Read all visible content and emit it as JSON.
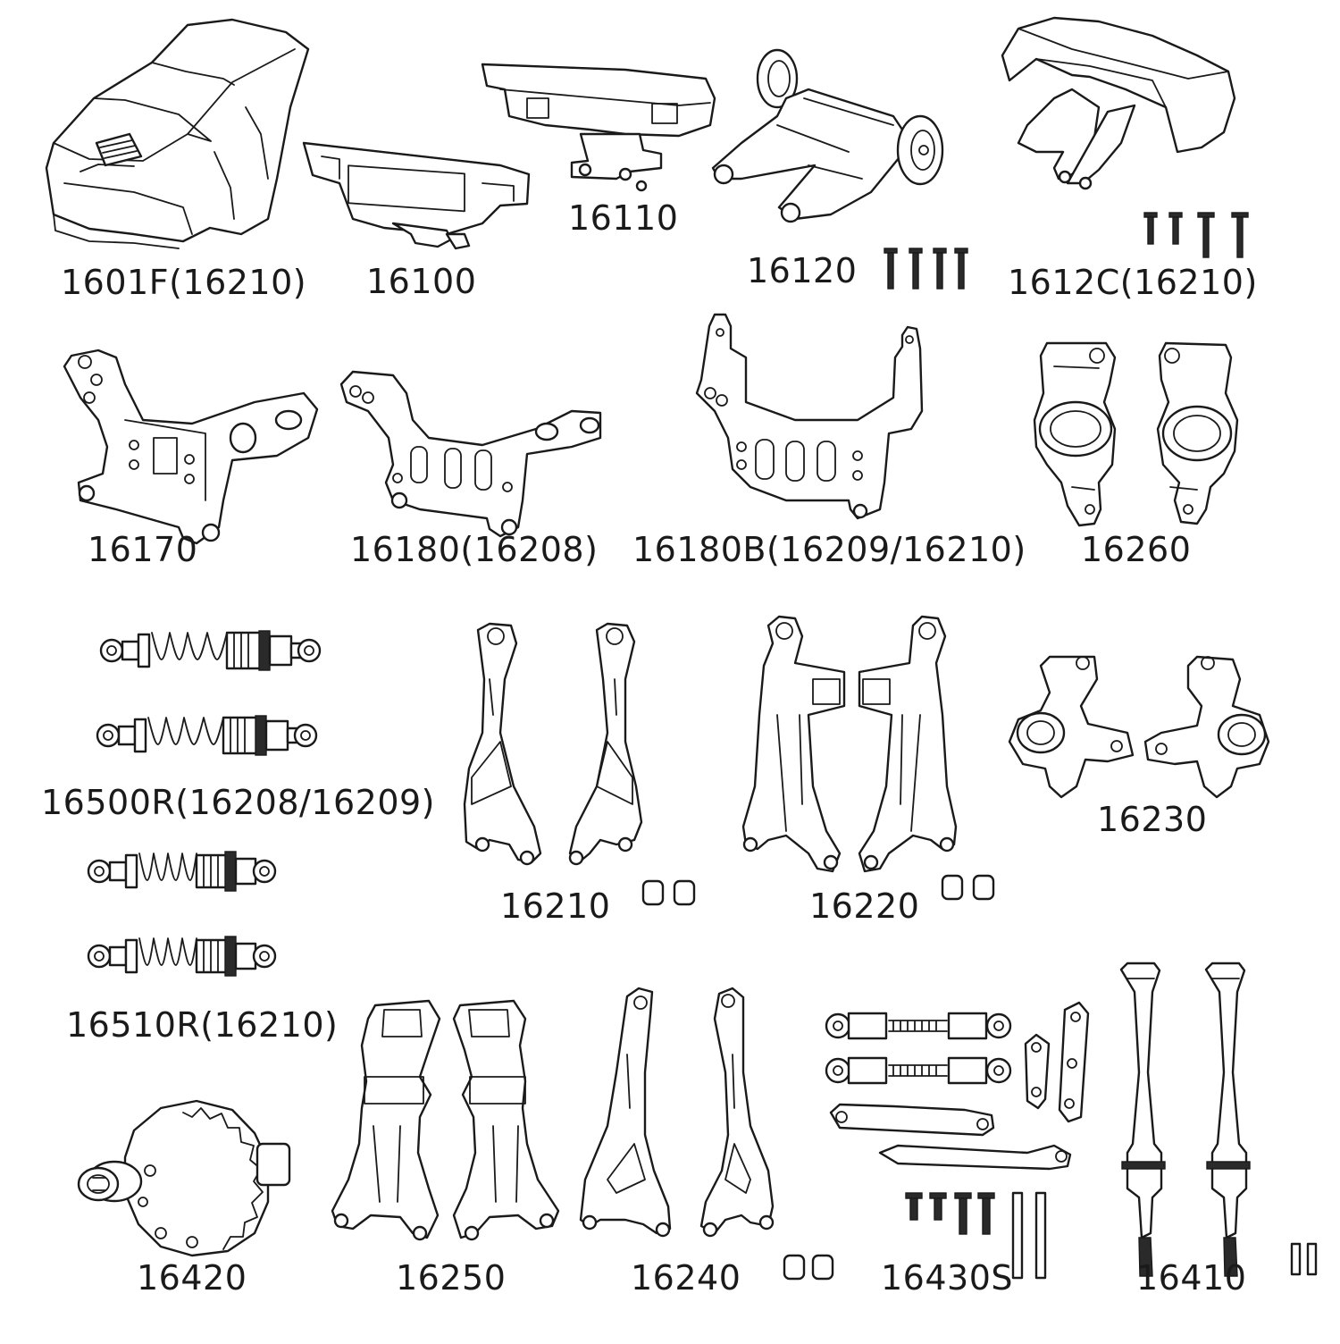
{
  "parts": [
    {
      "id": "p1",
      "code": "1601F(16210)",
      "icon": "car-body-shell-icon"
    },
    {
      "id": "p2",
      "code": "16100",
      "icon": "front-bumper-icon"
    },
    {
      "id": "p3",
      "code": "16110",
      "icon": "rear-bumper-icon"
    },
    {
      "id": "p4",
      "code": "16120",
      "icon": "wheelie-bar-icon"
    },
    {
      "id": "p5",
      "code": "1612C(16210)",
      "icon": "rear-wing-icon"
    },
    {
      "id": "p6",
      "code": "16170",
      "icon": "shock-tower-icon"
    },
    {
      "id": "p7",
      "code": "16180(16208)",
      "icon": "shock-tower-icon"
    },
    {
      "id": "p8",
      "code": "16180B(16209/16210)",
      "icon": "tall-shock-tower-icon"
    },
    {
      "id": "p9",
      "code": "16260",
      "icon": "rear-hub-carrier-icon"
    },
    {
      "id": "p10",
      "code": "16500R(16208/16209)",
      "icon": "shock-absorber-icon"
    },
    {
      "id": "p11",
      "code": "16510R(16210)",
      "icon": "shock-absorber-icon"
    },
    {
      "id": "p12",
      "code": "16210",
      "icon": "upper-suspension-arm-icon"
    },
    {
      "id": "p13",
      "code": "16220",
      "icon": "lower-suspension-arm-icon"
    },
    {
      "id": "p14",
      "code": "16230",
      "icon": "steering-knuckle-icon"
    },
    {
      "id": "p15",
      "code": "16420",
      "icon": "differential-icon"
    },
    {
      "id": "p16",
      "code": "16250",
      "icon": "rear-lower-arm-icon"
    },
    {
      "id": "p17",
      "code": "16240",
      "icon": "rear-upper-arm-icon"
    },
    {
      "id": "p18",
      "code": "16430S",
      "icon": "steering-linkage-kit-icon"
    },
    {
      "id": "p19",
      "code": "16410",
      "icon": "drive-shaft-icon"
    }
  ]
}
